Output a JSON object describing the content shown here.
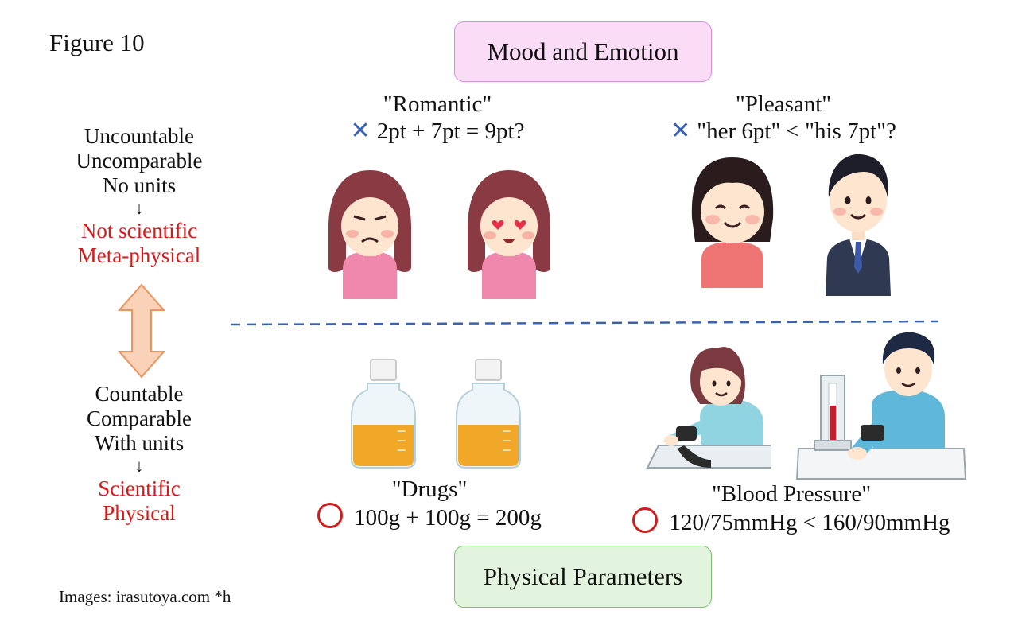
{
  "figure_label": "Figure 10",
  "top_box": "Mood and Emotion",
  "bottom_box": "Physical Parameters",
  "left_top": {
    "lines": [
      "Uncountable",
      "Uncomparable",
      "No units"
    ],
    "arrow": "↓",
    "red_lines": [
      "Not scientific",
      "Meta-physical"
    ]
  },
  "left_bottom": {
    "lines": [
      "Countable",
      "Comparable",
      "With units"
    ],
    "arrow": "↓",
    "red_lines": [
      "Scientific",
      "Physical"
    ]
  },
  "panels": {
    "romantic": {
      "title": "\"Romantic\"",
      "mark": "✕",
      "formula": "2pt + 7pt = 9pt?"
    },
    "pleasant": {
      "title": "\"Pleasant\"",
      "mark": "✕",
      "formula": "\"her 6pt\" < \"his 7pt\"?"
    },
    "drugs": {
      "title": "\"Drugs\"",
      "formula": "100g + 100g = 200g"
    },
    "blood_pressure": {
      "title": "\"Blood Pressure\"",
      "formula": "120/75mmHg < 160/90mmHg"
    }
  },
  "credit": "Images: irasutoya.com *h",
  "colors": {
    "top_box_fill": "#fadcf7",
    "bottom_box_fill": "#e3f4de",
    "accent_red": "#d81818",
    "cross_blue": "#3a62b5",
    "divider": "#3b63b0",
    "double_arrow_fill": "#fad2b8"
  },
  "icons": [
    "cross-mark-icon",
    "circle-mark-icon",
    "double-arrow-icon"
  ]
}
